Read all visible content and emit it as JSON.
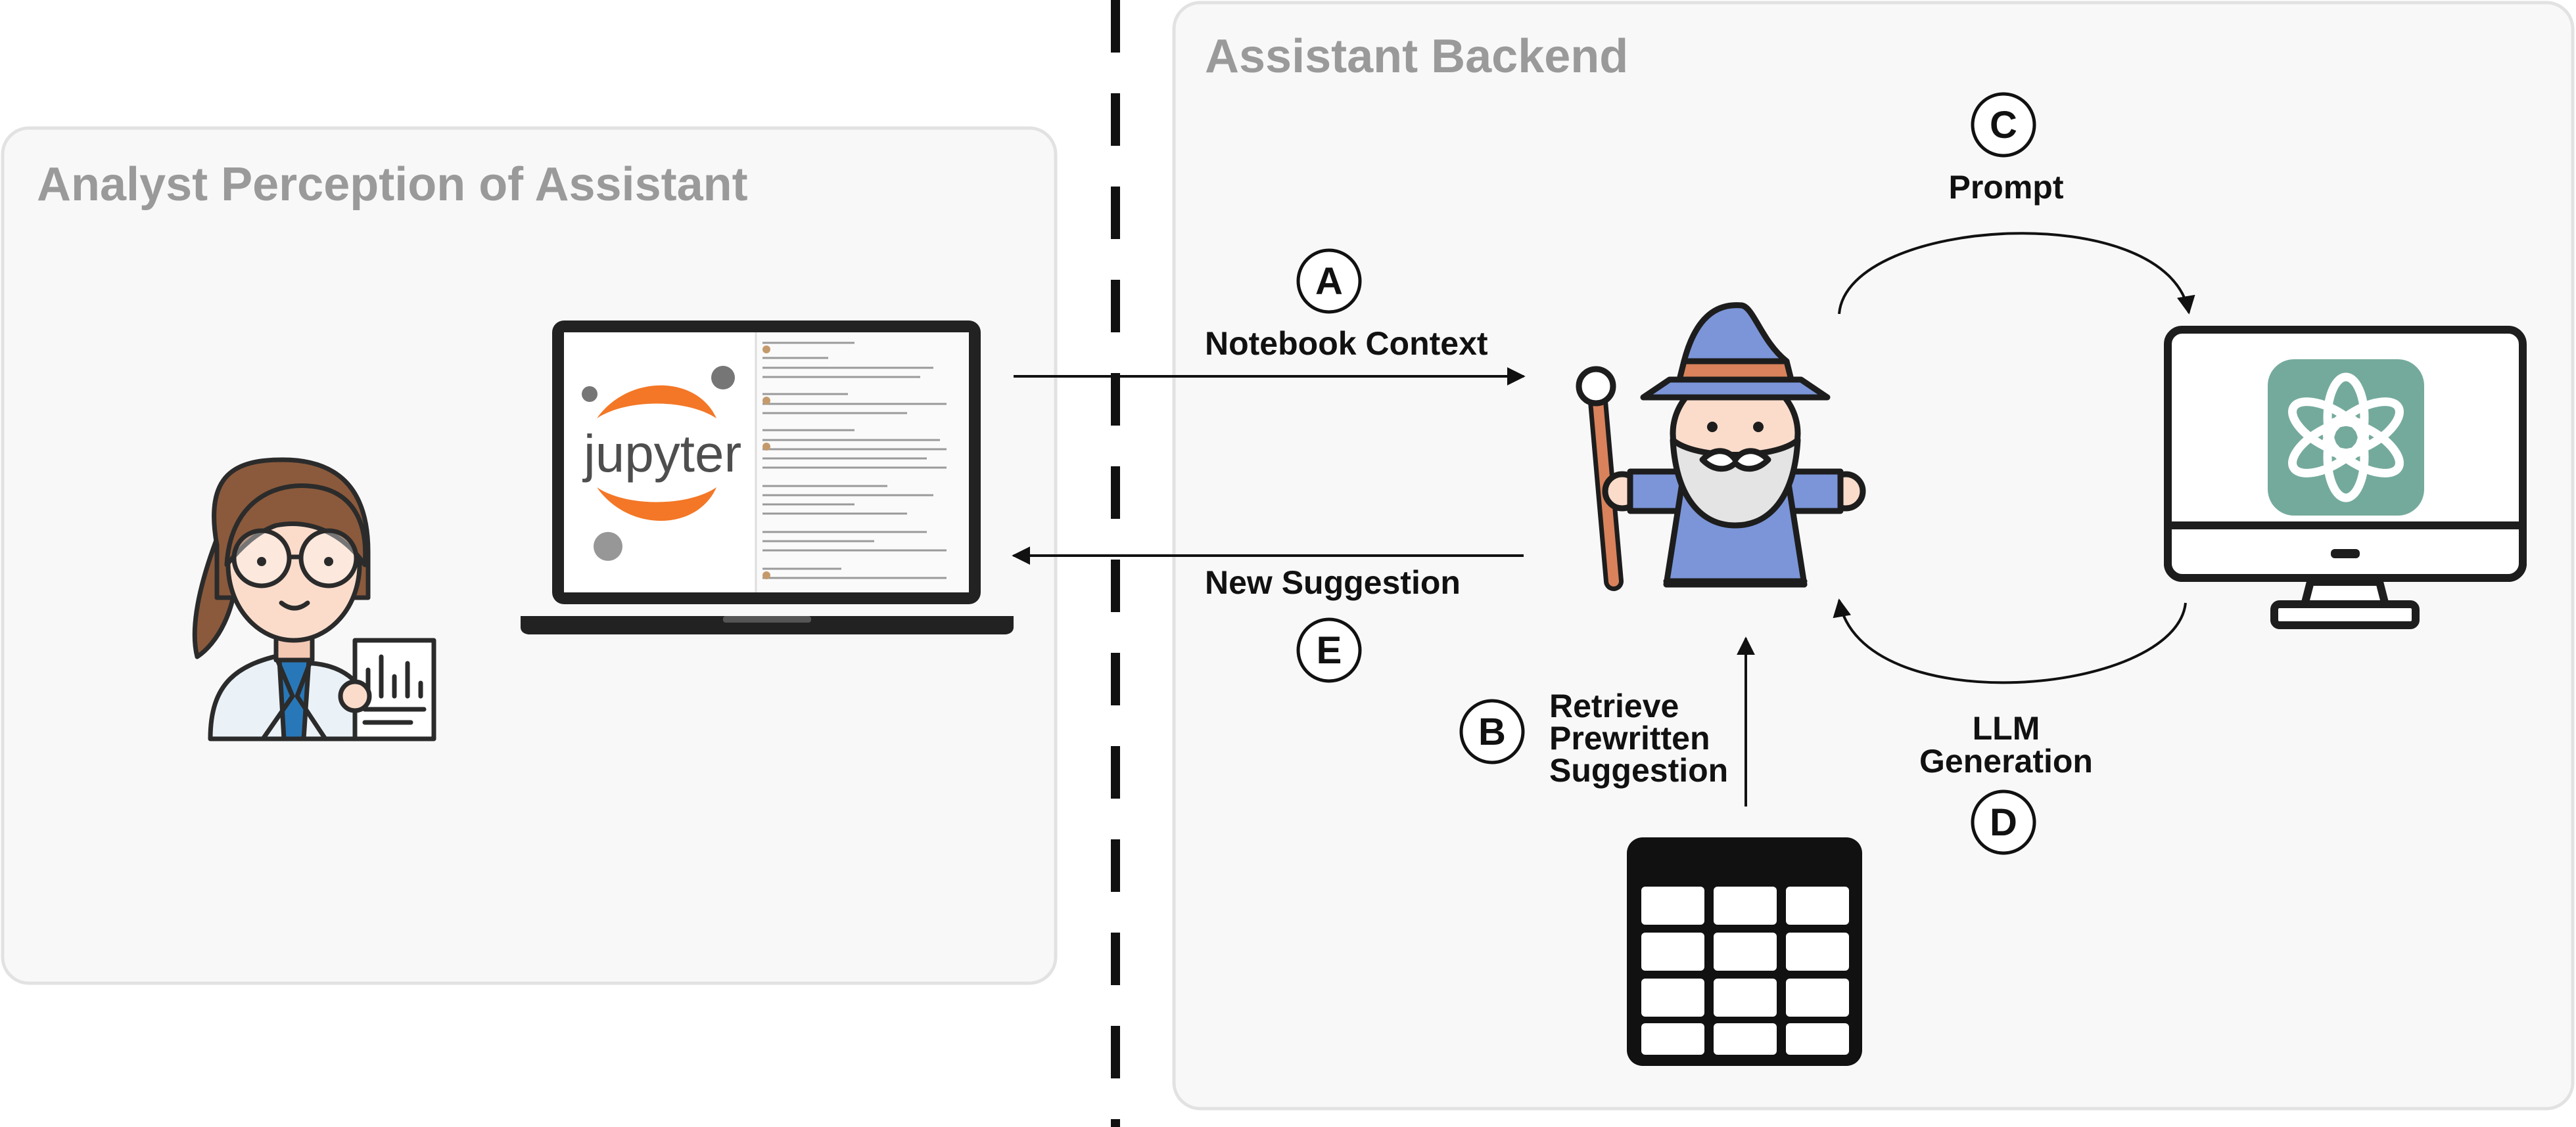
{
  "panels": {
    "left_title": "Analyst Perception of Assistant",
    "right_title": "Assistant Backend"
  },
  "laptop": {
    "app_logo_text": "jupyter"
  },
  "steps": [
    {
      "letter": "A",
      "label": "Notebook Context"
    },
    {
      "letter": "B",
      "label_lines": [
        "Retrieve",
        "Prewritten",
        "Suggestion"
      ]
    },
    {
      "letter": "C",
      "label": "Prompt"
    },
    {
      "letter": "D",
      "label_lines": [
        "LLM",
        "Generation"
      ]
    },
    {
      "letter": "E",
      "label": "New Suggestion"
    }
  ],
  "icons": {
    "analyst": "analyst-person-icon",
    "laptop": "laptop-icon",
    "wizard": "wizard-assistant-icon",
    "monitor": "monitor-icon",
    "llm_logo": "openai-logo-icon",
    "table": "database-table-icon"
  },
  "colors": {
    "panel_fill": "#f8f8f8",
    "panel_border": "#e2e2e2",
    "title_gray": "#9a9a9a",
    "jupyter_orange": "#f37726",
    "wizard_blue": "#7b95d8",
    "openai_green": "#74aa9c"
  }
}
